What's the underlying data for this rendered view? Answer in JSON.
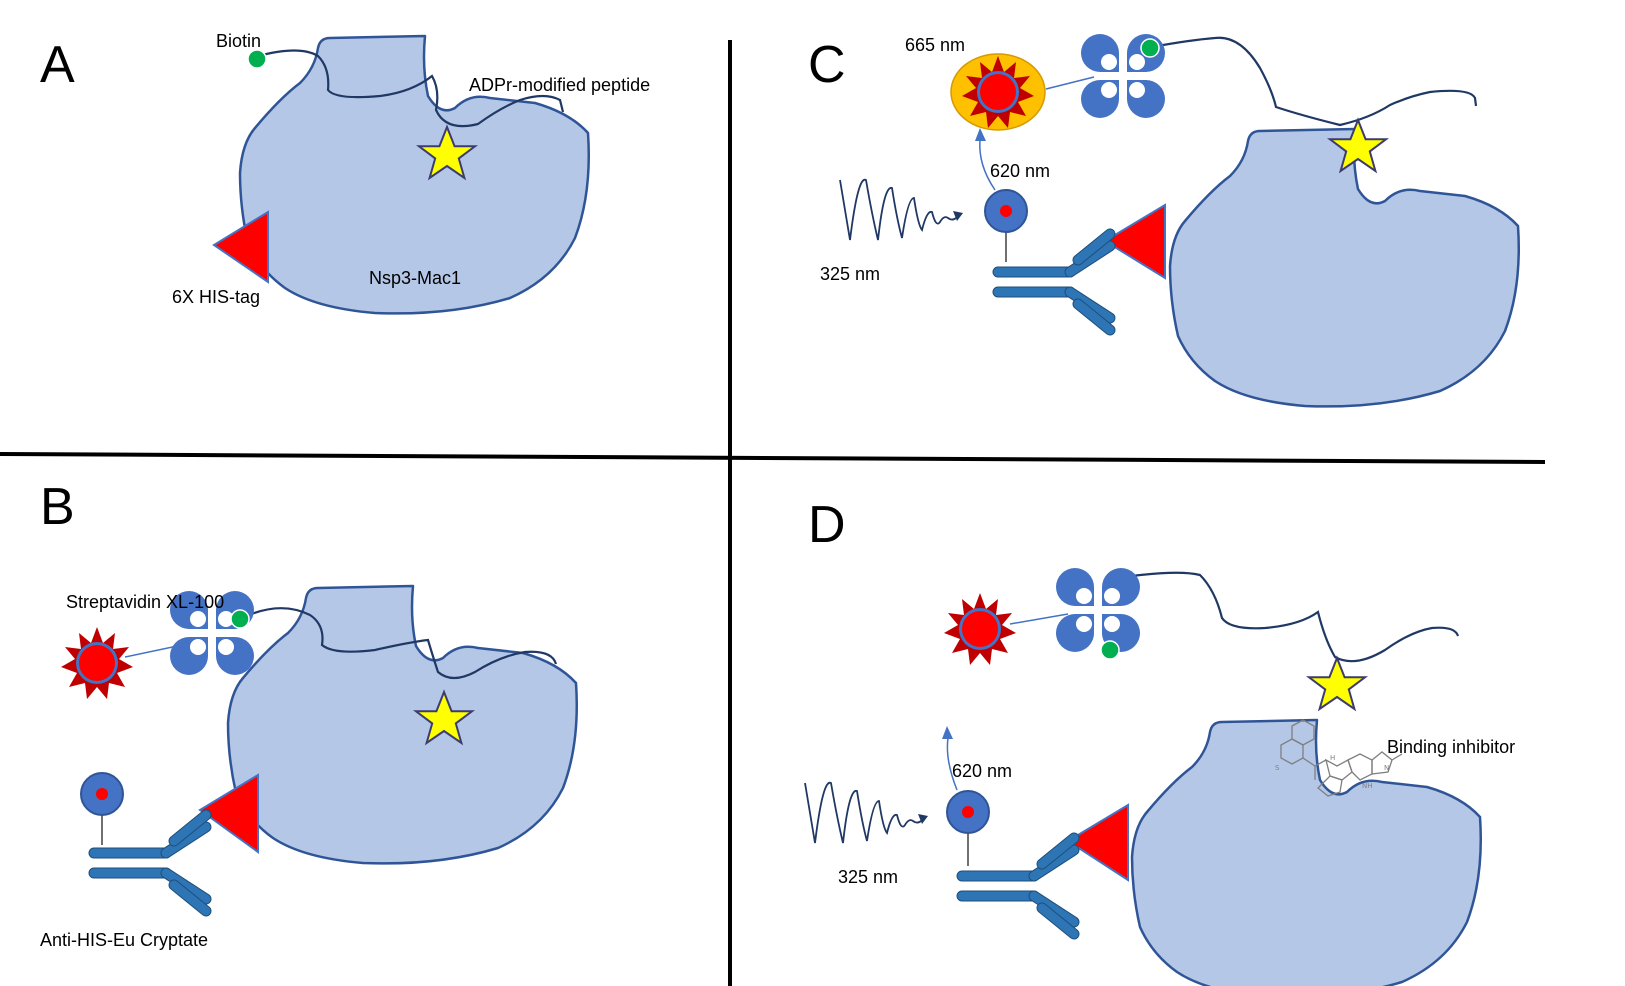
{
  "panels": {
    "a": {
      "letter": "A",
      "biotin": "Biotin",
      "peptide": "ADPr-modified peptide",
      "his_tag": "6X HIS-tag",
      "protein": "Nsp3-Mac1"
    },
    "b": {
      "letter": "B",
      "streptavidin": "Streptavidin XL-100",
      "antibody": "Anti-HIS-Eu Cryptate"
    },
    "c": {
      "letter": "C",
      "emission_acceptor": "665 nm",
      "emission_donor": "620 nm",
      "excitation": "325 nm"
    },
    "d": {
      "letter": "D",
      "emission_donor": "620 nm",
      "excitation": "325 nm",
      "inhibitor": "Binding inhibitor"
    }
  },
  "colors": {
    "protein_fill": "#b4c7e7",
    "star": "#ffff00",
    "his_tag": "#ff0000",
    "biotin": "#00b050",
    "streptavidin": "#4472c4",
    "antibody": "#2e75b6",
    "fret_glow": "#ffc000"
  },
  "icons": [
    "yellow-star-adpr",
    "red-triangle-his-tag",
    "green-circle-biotin",
    "streptavidin-tetramer",
    "antibody-y",
    "europium-cryptate",
    "fluorophore-burst",
    "excitation-wave"
  ]
}
